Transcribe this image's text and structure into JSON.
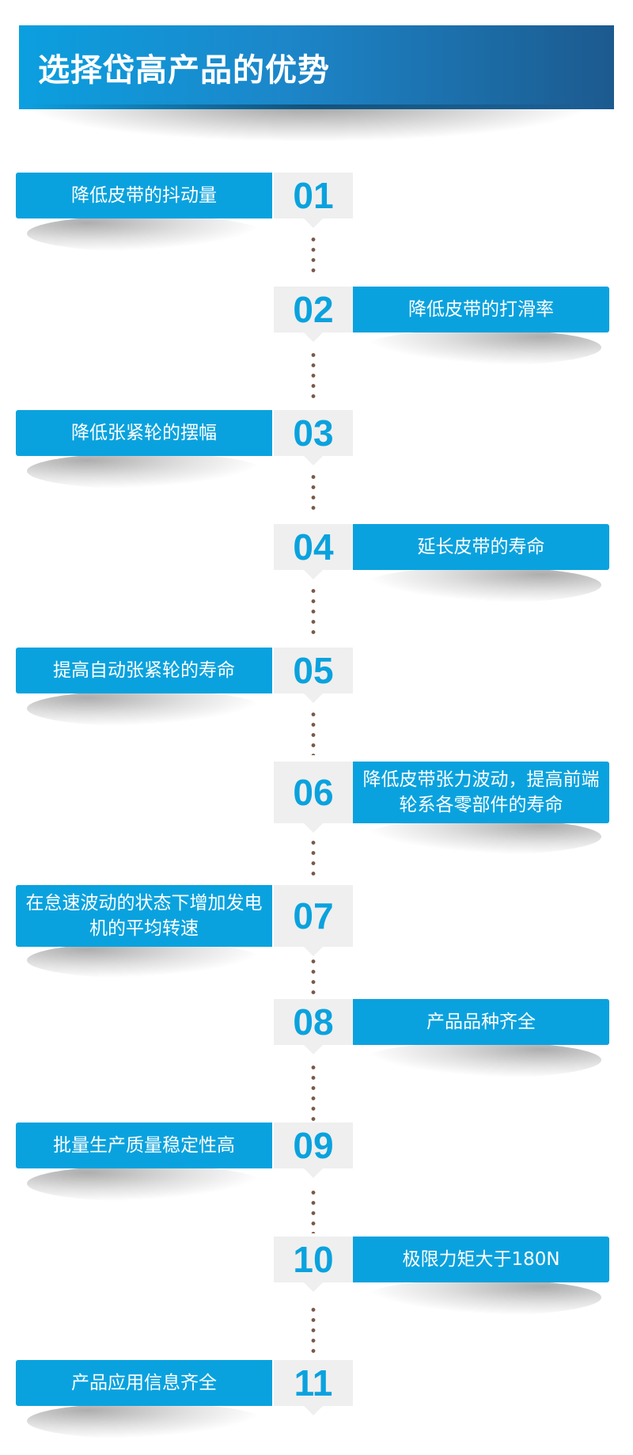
{
  "title": "选择岱高产品的优势",
  "colors": {
    "accent": "#0aa2de",
    "number_box": "#efefef",
    "dots": "#7a5a4a"
  },
  "items": [
    {
      "num": "01",
      "text": "降低皮带的抖动量",
      "side": "left"
    },
    {
      "num": "02",
      "text": "降低皮带的打滑率",
      "side": "right"
    },
    {
      "num": "03",
      "text": "降低张紧轮的摆幅",
      "side": "left"
    },
    {
      "num": "04",
      "text": "延长皮带的寿命",
      "side": "right"
    },
    {
      "num": "05",
      "text": "提高自动张紧轮的寿命",
      "side": "left"
    },
    {
      "num": "06",
      "text": "降低皮带张力波动，提高前端轮系各零部件的寿命",
      "side": "right"
    },
    {
      "num": "07",
      "text": "在怠速波动的状态下增加发电机的平均转速",
      "side": "left"
    },
    {
      "num": "08",
      "text": "产品品种齐全",
      "side": "right"
    },
    {
      "num": "09",
      "text": "批量生产质量稳定性高",
      "side": "left"
    },
    {
      "num": "10",
      "text": "极限力矩大于180N",
      "side": "right"
    },
    {
      "num": "11",
      "text": "产品应用信息齐全",
      "side": "left"
    }
  ]
}
